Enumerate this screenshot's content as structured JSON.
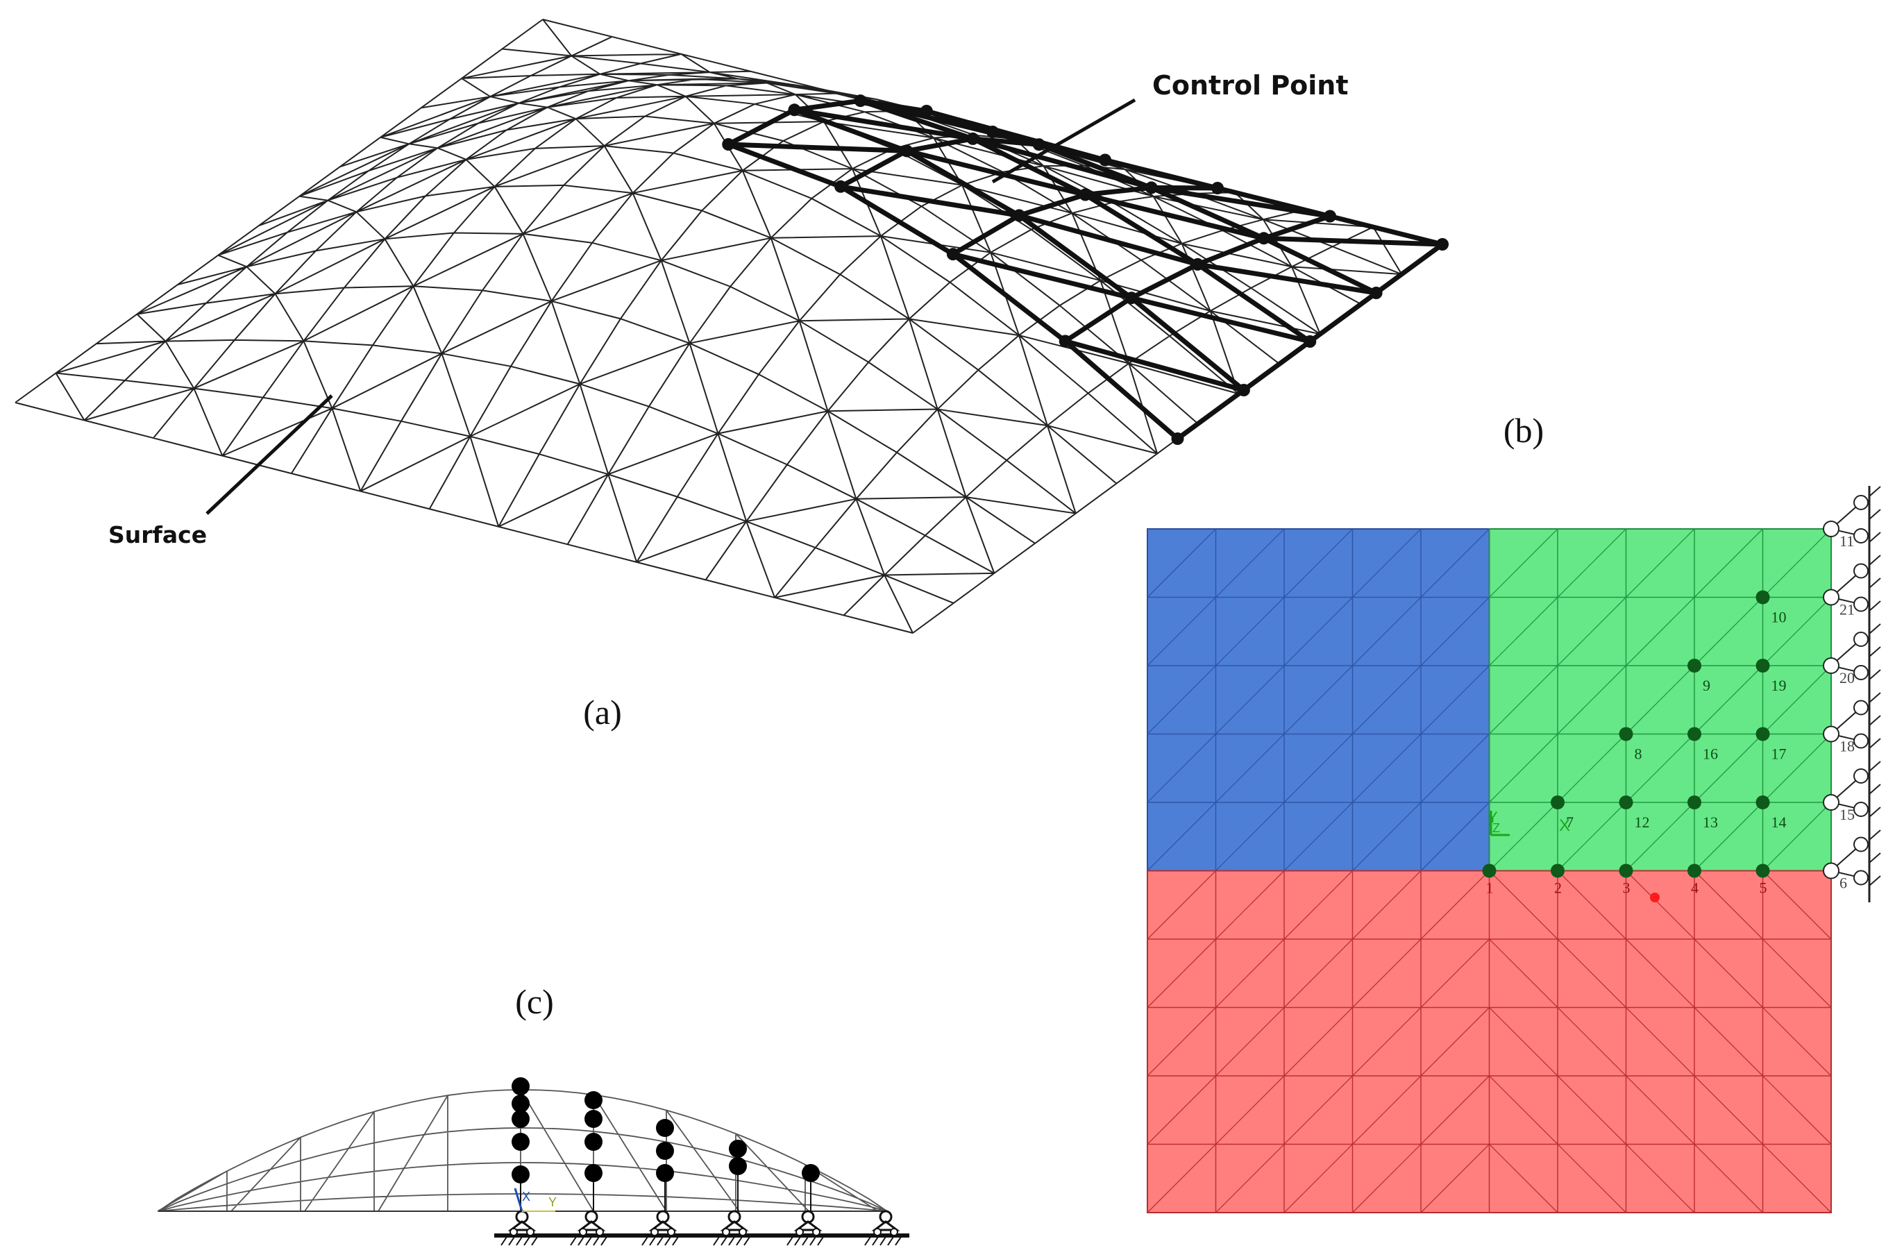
{
  "panel_a": {
    "caption": "(a)",
    "control_point_label": "Control Point",
    "surface_label": "Surface"
  },
  "panel_b": {
    "caption": "(b)",
    "axis_x": "X",
    "axis_y": "Y",
    "axis_z": "Z",
    "colors": {
      "blue": "#4e7fd6",
      "green": "#66e888",
      "red": "#ff7f7f"
    },
    "interior_nodes": [
      "1",
      "2",
      "3",
      "4",
      "5",
      "7",
      "12",
      "13",
      "14",
      "8",
      "16",
      "17",
      "9",
      "19",
      "10"
    ],
    "support_nodes": [
      "11",
      "21",
      "20",
      "18",
      "15",
      "6"
    ]
  },
  "panel_c": {
    "caption": "(c)",
    "axis_x": "X",
    "axis_y": "Y"
  }
}
